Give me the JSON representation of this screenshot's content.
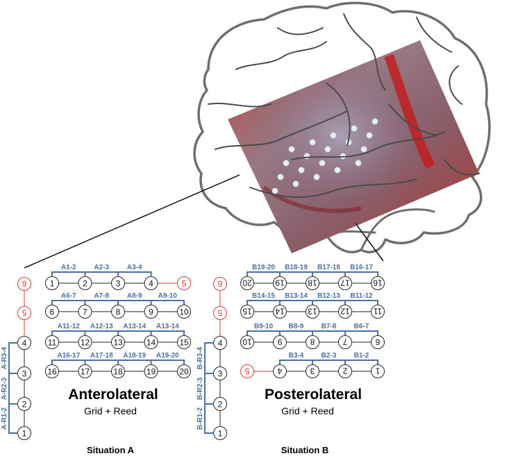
{
  "colors": {
    "pair": "#4a6fa5",
    "red": "#d63a3a",
    "outline": "#6e6e6e"
  },
  "situations": [
    {
      "id": "A",
      "title": "Anterolateral",
      "subtitle": "Grid + Reed",
      "caption": "Situation A",
      "reed_nodes": [
        "1",
        "2",
        "3",
        "4",
        "5",
        "6"
      ],
      "reed_pairs": [
        "A-R1-2",
        "A-R2-3",
        "A-R3-4"
      ],
      "grid_rows": [
        [
          "1",
          "2",
          "3",
          "4",
          "5"
        ],
        [
          "6",
          "7",
          "8",
          "9",
          "10"
        ],
        [
          "11",
          "12",
          "13",
          "14",
          "15"
        ],
        [
          "16",
          "17",
          "18",
          "19",
          "20"
        ]
      ],
      "grid_pairs": [
        [
          "A1-2",
          "A2-3",
          "A3-4"
        ],
        [
          "A6-7",
          "A7-8",
          "A8-9",
          "A9-10"
        ],
        [
          "A11-12",
          "A12-13",
          "A13-14",
          "A13-14"
        ],
        [
          "A16-17",
          "A17-18",
          "A18-19",
          "A19-20"
        ]
      ]
    },
    {
      "id": "B",
      "title": "Posterolateral",
      "subtitle": "Grid + Reed",
      "caption": "Situation B",
      "reed_nodes": [
        "1",
        "2",
        "3",
        "4",
        "5",
        "6"
      ],
      "reed_pairs": [
        "B-R1-2",
        "B-R2-3",
        "B-R3-4"
      ],
      "grid_rows": [
        [
          "20",
          "19",
          "18",
          "17",
          "16"
        ],
        [
          "15",
          "14",
          "13",
          "12",
          "11"
        ],
        [
          "10",
          "9",
          "8",
          "7",
          "6"
        ],
        [
          "5",
          "4",
          "3",
          "2",
          "1"
        ]
      ],
      "grid_pairs": [
        [
          "B19-20",
          "B18-19",
          "B17-18",
          "B16-17"
        ],
        [
          "B14-15",
          "B13-14",
          "B12-13",
          "B11-12"
        ],
        [
          "B9-10",
          "B8-9",
          "B7-8",
          "B6-7"
        ],
        [
          "B3-4",
          "B2-3",
          "B1-2"
        ]
      ]
    }
  ]
}
